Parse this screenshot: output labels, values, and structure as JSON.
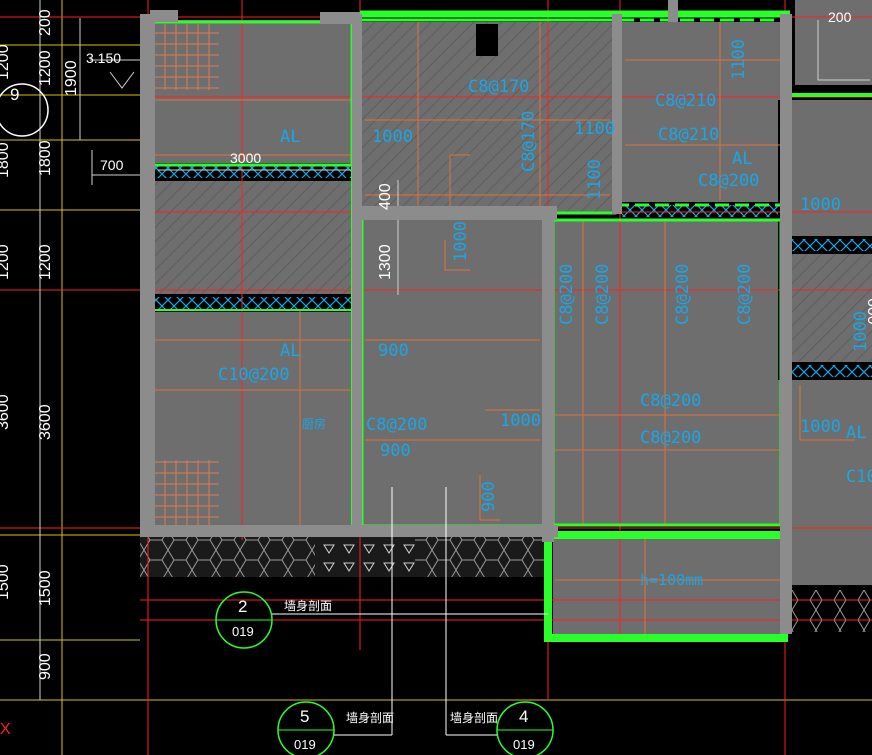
{
  "drawing": {
    "row_dimensions": [
      "200",
      "1200",
      "1900",
      "1800",
      "1200",
      "3600",
      "1500",
      "900"
    ],
    "left_axis_partial": [
      "1200",
      "1800",
      "1200",
      "3600",
      "1500"
    ],
    "elevation": "3.150",
    "room_dims": {
      "d3000": "3000",
      "d700": "700",
      "d200": "200",
      "d400": "400",
      "d1300": "1300",
      "d600": "600"
    },
    "rebar_labels": {
      "c8_170_a": "C8@170",
      "c8_170_b": "C8@170",
      "c8_200_a": "C8@200",
      "c8_200_b": "C8@200",
      "c8_200_c": "C8@200",
      "c8_200_d": "C8@200",
      "c8_200_e": "C8@200",
      "c8_200_f": "C8@200",
      "c8_200_g": "C8@200",
      "c8_200_h": "C8@200",
      "c8_210_a": "C8@210",
      "c8_210_b": "C8@210",
      "c10_200": "C10@200",
      "c10_partial": "C10"
    },
    "rebar_lengths": {
      "l1000_a": "1000",
      "l1000_b": "1000",
      "l1000_c": "1000",
      "l1000_d": "1000",
      "l1000_e": "1000",
      "l1000_f": "1000",
      "l1100_a": "1100",
      "l1100_b": "1100",
      "l1100_c": "1100",
      "l900_a": "900",
      "l900_b": "900",
      "l900_c": "900"
    },
    "tags": {
      "al_a": "AL",
      "al_b": "AL",
      "al_c": "AL",
      "al_d": "AL",
      "room": "厨房"
    },
    "slab_note": "h=100mm",
    "sections": [
      {
        "number": "2",
        "sheet": "019",
        "label": "墙身剖面"
      },
      {
        "number": "5",
        "sheet": "019",
        "label": "墙身剖面"
      },
      {
        "number": "4",
        "sheet": "019",
        "label": "墙身剖面"
      }
    ],
    "axis_bubble": "9",
    "grid_marker": "X",
    "colors": {
      "wall": "#2aff2a",
      "slab": "#6e6e6e",
      "rebar_text": "#1aa6e6",
      "axis": "#ff2020",
      "dim": "#ffffff",
      "grid": "#ffd700"
    }
  }
}
